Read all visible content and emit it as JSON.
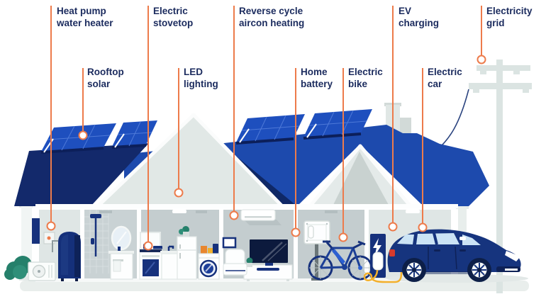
{
  "title": "Electrified home infographic",
  "labels": [
    {
      "id": "heat-pump-water-heater",
      "text": "Heat pump\nwater heater"
    },
    {
      "id": "rooftop-solar",
      "text": "Rooftop\nsolar"
    },
    {
      "id": "electric-stovetop",
      "text": "Electric\nstovetop"
    },
    {
      "id": "led-lighting",
      "text": "LED\nlighting"
    },
    {
      "id": "reverse-cycle-aircon",
      "text": "Reverse cycle\naircon heating"
    },
    {
      "id": "home-battery",
      "text": "Home\nbattery"
    },
    {
      "id": "electric-bike",
      "text": "Electric\nbike"
    },
    {
      "id": "ev-charging",
      "text": "EV\ncharging"
    },
    {
      "id": "electric-car",
      "text": "Electric\ncar"
    },
    {
      "id": "electricity-grid",
      "text": "Electricity\ngrid"
    }
  ],
  "colors": {
    "leader_orange": "#ED7B4B",
    "label_navy": "#1B2B5E",
    "roof_dark_navy": "#13296B",
    "roof_royal_blue": "#1D4AAD",
    "solar_panel_blue": "#1E4FBE",
    "gable_light_gray": "#E1E8E6",
    "interior_wall_gray": "#C4CDCF",
    "appliance_navy": "#16317C",
    "car_navy": "#16347E",
    "window_glass_blue": "#CBE3F5",
    "charge_cable_yellow": "#F3B02C",
    "taillight_red": "#D63A2C",
    "bush_green": "#25806B",
    "pole_gray": "#DBE4E2",
    "ground_shadow": "#E9EEEC"
  }
}
